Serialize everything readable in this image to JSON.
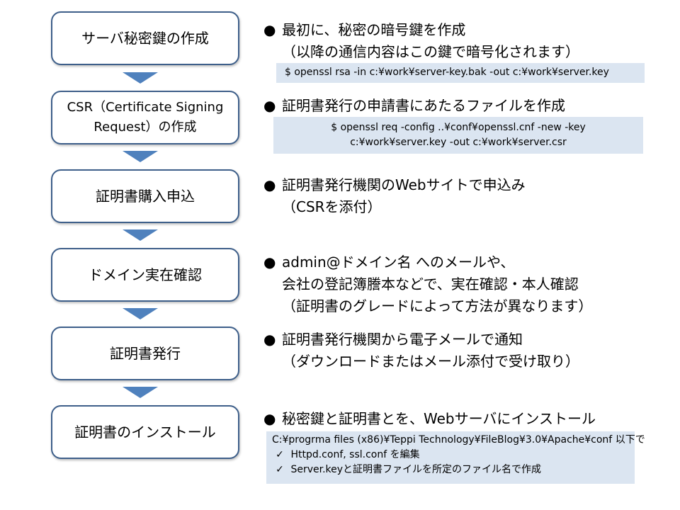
{
  "steps": [
    {
      "label": "サーバ秘密鍵の作成"
    },
    {
      "label_line1": "CSR（Certificate Signing",
      "label_line2": "Request）の作成"
    },
    {
      "label": "証明書購入申込"
    },
    {
      "label": "ドメイン実在確認"
    },
    {
      "label": "証明書発行"
    },
    {
      "label": "証明書のインストール"
    }
  ],
  "bullet_symbol": "●",
  "descriptions": [
    {
      "lines": [
        "最初に、秘密の暗号鍵を作成",
        "（以降の通信内容はこの鍵で暗号化されます）"
      ],
      "code": [
        "$ openssl rsa -in c:¥work¥server-key.bak -out c:¥work¥server.key"
      ]
    },
    {
      "lines": [
        "証明書発行の申請書にあたるファイルを作成"
      ],
      "code": [
        "$ openssl req -config ..¥conf¥openssl.cnf -new -key",
        "c:¥work¥server.key -out c:¥work¥server.csr"
      ]
    },
    {
      "lines": [
        "証明書発行機関のWebサイトで申込み",
        "（CSRを添付）"
      ]
    },
    {
      "lines": [
        "admin@ドメイン名 へのメールや、",
        "会社の登記簿謄本などで、実在確認・本人確認",
        "（証明書のグレードによって方法が異なります）"
      ]
    },
    {
      "lines": [
        "証明書発行機関から電子メールで通知",
        "（ダウンロードまたはメール添付で受け取り）"
      ]
    },
    {
      "lines": [
        "秘密鍵と証明書とを、Webサーバにインストール"
      ],
      "code_path": "C:¥progrma files (x86)¥Teppi Technology¥FileBlog¥3.0¥Apache¥conf 以下で",
      "check_symbol": "✓",
      "checks": [
        "Httpd.conf, ssl.conf を編集",
        "Server.keyと証明書ファイルを所定のファイル名で作成"
      ]
    }
  ],
  "colors": {
    "box_border": "#3e5f8a",
    "arrow": "#4f81bd",
    "code_bg": "#dbe5f1"
  }
}
